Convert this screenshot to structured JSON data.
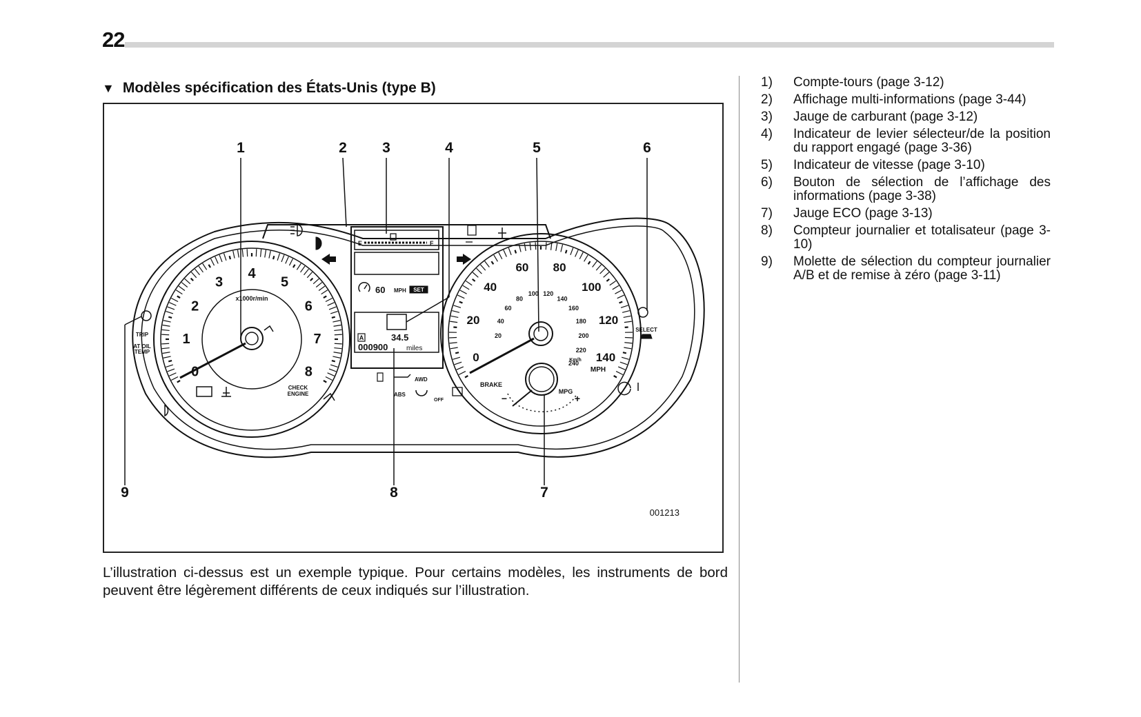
{
  "page_number": "22",
  "section_heading": "Modèles spécification des États-Unis (type B)",
  "figure": {
    "figure_id": "001213",
    "callouts": [
      "1",
      "2",
      "3",
      "4",
      "5",
      "6",
      "9",
      "8",
      "7"
    ],
    "tachometer": {
      "numbers": [
        "0",
        "1",
        "2",
        "3",
        "4",
        "5",
        "6",
        "7",
        "8"
      ],
      "unit": "x1000r/min",
      "warning_text": "CHECK\nENGINE"
    },
    "center_display": {
      "fuel_empty": "E",
      "fuel_full": "F",
      "cruise_speed": "60",
      "cruise_unit": "MPH",
      "set_label": "SET",
      "trip_mode": "A",
      "trip_value": "34.5",
      "odometer": "000900",
      "odometer_unit": "miles",
      "abs_label": "ABS",
      "awd_label": "AWD",
      "off_label": "OFF"
    },
    "speedometer": {
      "mph_numbers": [
        "0",
        "20",
        "40",
        "60",
        "80",
        "100",
        "120",
        "140"
      ],
      "kmh_numbers": [
        "20",
        "40",
        "60",
        "80",
        "100",
        "120",
        "140",
        "160",
        "180",
        "200",
        "220",
        "240"
      ],
      "mph_unit": "MPH",
      "kmh_unit": "Km/h",
      "brake_label": "BRAKE",
      "eco_label": "MPG",
      "eco_minus": "−",
      "eco_plus": "+"
    },
    "left_knob_labels": [
      "TRIP",
      "AT OIL",
      "TEMP"
    ],
    "right_knob_label": "SELECT"
  },
  "caption": "L’illustration ci-dessus est un exemple typique. Pour certains modèles, les instruments de bord peuvent être légèrement différents de ceux indiqués sur l’illustration.",
  "legend": [
    {
      "num": "1)",
      "text": "Compte-tours (page 3-12)"
    },
    {
      "num": "2)",
      "text": "Affichage multi-informations (page 3-44)"
    },
    {
      "num": "3)",
      "text": "Jauge de carburant (page 3-12)"
    },
    {
      "num": "4)",
      "text": "Indicateur de levier sélecteur/de la position du rapport engagé (page 3-36)"
    },
    {
      "num": "5)",
      "text": "Indicateur de vitesse (page 3-10)"
    },
    {
      "num": "6)",
      "text": "Bouton de sélection de l’affichage des informations (page 3-38)"
    },
    {
      "num": "7)",
      "text": "Jauge ECO (page 3-13)"
    },
    {
      "num": "8)",
      "text": "Compteur journalier et totalisateur (page 3-10)"
    },
    {
      "num": "9)",
      "text": "Molette de sélection du compteur journalier A/B et de remise à zéro (page 3-11)"
    }
  ]
}
